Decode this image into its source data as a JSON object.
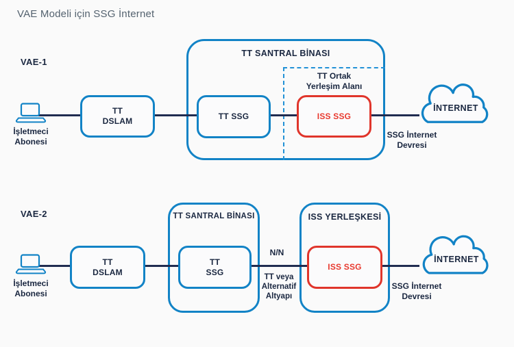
{
  "page": {
    "title": "VAE Modeli için SSG İnternet"
  },
  "colors": {
    "blue": "#1283c6",
    "dashed_blue": "#2191d6",
    "red": "#e0352b",
    "red_text": "#e8392e",
    "navy_text": "#1a2740",
    "line": "#202c50",
    "title_gray": "#54626f",
    "background": "#fafafa"
  },
  "vae1": {
    "label": "VAE-1",
    "subscriber": "İşletmeci\nAbonesi",
    "dslam": "TT\nDSLAM",
    "central_building_title": "TT SANTRAL BİNASI",
    "tt_ssg": "TT SSG",
    "colocation": "TT Ortak\nYerleşim Alanı",
    "iss_ssg": "ISS SSG",
    "internet": "İNTERNET",
    "circuit": "SSG İnternet\nDevresi"
  },
  "vae2": {
    "label": "VAE-2",
    "subscriber": "İşletmeci\nAbonesi",
    "dslam": "TT\nDSLAM",
    "central_building_title": "TT SANTRAL BİNASI",
    "tt_ssg": "TT\nSSG",
    "nn": "N/N",
    "alt_infrastructure": "TT veya\nAlternatif\nAltyapı",
    "iss_campus_title": "ISS YERLEŞKESİ",
    "iss_ssg": "ISS SSG",
    "internet": "İNTERNET",
    "circuit": "SSG İnternet\nDevresi"
  }
}
